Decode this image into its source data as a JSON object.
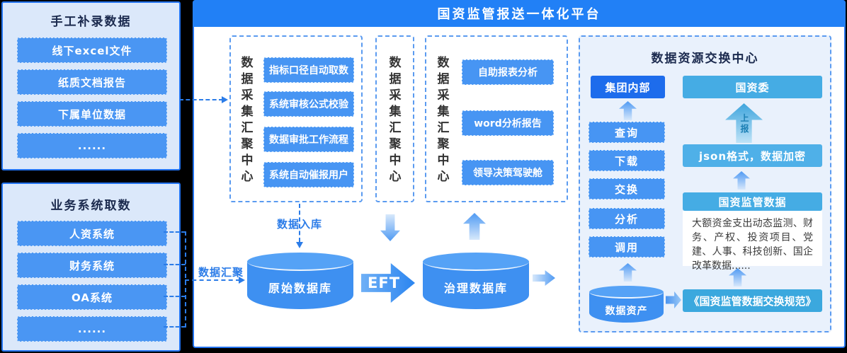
{
  "page": {
    "title": "国资监管报送一体化平台"
  },
  "manual_panel": {
    "title": "手工补录数据",
    "items": [
      "线下excel文件",
      "纸质文档报告",
      "下属单位数据",
      "......"
    ]
  },
  "business_panel": {
    "title": "业务系统取数",
    "items": [
      "人资系统",
      "财务系统",
      "OA系统",
      "......"
    ]
  },
  "centers": [
    {
      "label": "数据采集汇聚中心",
      "items": [
        "指标口径自动取数",
        "系统审核公式校验",
        "数据审批工作流程",
        "系统自动催报用户"
      ]
    },
    {
      "label": "数据采集汇聚中心",
      "items": []
    },
    {
      "label": "数据采集汇聚中心",
      "items": [
        "自助报表分析",
        "word分析报告",
        "领导决策驾驶舱"
      ]
    }
  ],
  "flow": {
    "data_in_label": "数据入库",
    "data_gather_label": "数据汇聚",
    "raw_db": "原始数据库",
    "eft_label": "EFT",
    "governed_db": "治理数据库"
  },
  "exchange": {
    "title": "数据资源交换中心",
    "group_internal": "集团内部",
    "sasac": "国资委",
    "actions": [
      "查询",
      "下载",
      "交换",
      "分析",
      "调用"
    ],
    "upload_label": "上报",
    "json_box": "json格式，数据加密",
    "data_header": "国资监管数据",
    "data_text": "大额资金支出动态监测、财务、产权、投资项目、党建、人事、科技创新、国企改革数据......",
    "asset_db": "数据资产",
    "spec": "《国资监管数据交换规范》"
  },
  "colors": {
    "primary_blue": "#2180f6",
    "button_blue": "#4a96f3",
    "deep_blue": "#1d6cec",
    "cyan_blue": "#45ace4",
    "panel_bg": "#dbe8fa",
    "exchange_bg": "#e9f1fc",
    "line_blue": "#2b7ce8",
    "dark_text": "#1b2a4e"
  }
}
